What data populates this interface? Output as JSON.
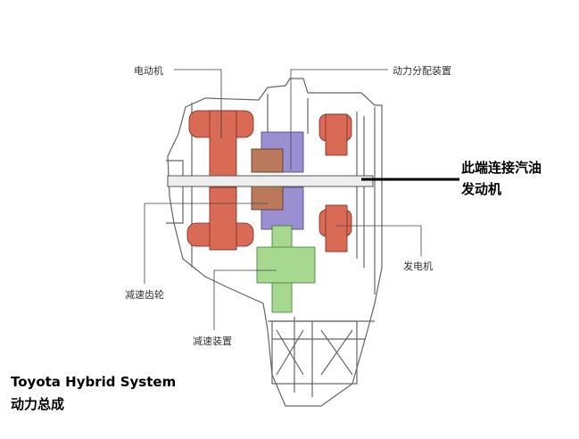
{
  "labels": {
    "motor": "电动机",
    "power_split": "动力分配装置",
    "engine_side_line1": "此端连接汽油",
    "engine_side_line2": "发动机",
    "generator": "发电机",
    "reduction_gear": "减速齿轮",
    "reduction_device": "减速装置"
  },
  "title": {
    "line1": "Toyota Hybrid System",
    "line2": "动力总成"
  },
  "colors": {
    "motor": "#d96a55",
    "power_split": "#9a8fd0",
    "reduction_gear": "#b9795a",
    "reduction_device": "#a6d98f",
    "outline": "#555555"
  }
}
